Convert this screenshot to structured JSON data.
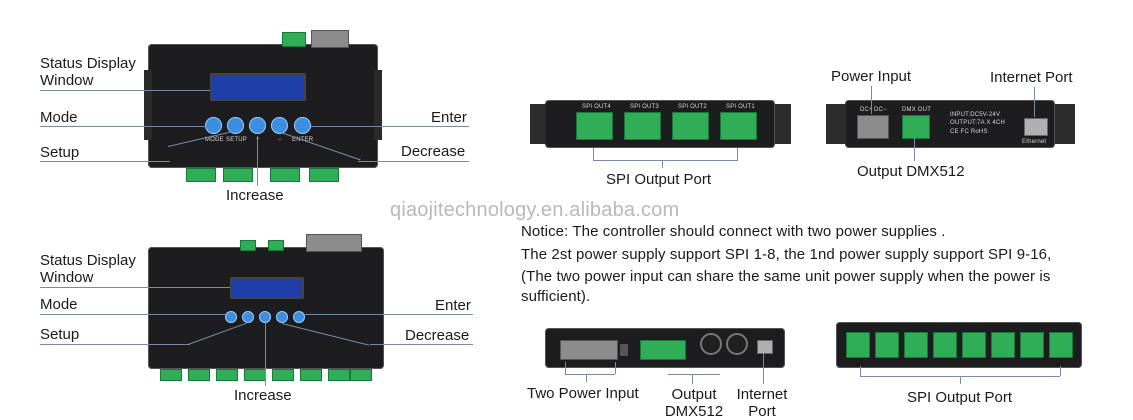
{
  "watermark": "qiaojitechnology.en.alibaba.com",
  "top_left": {
    "status_display": "Status Display\nWindow",
    "mode": "Mode",
    "setup": "Setup",
    "enter": "Enter",
    "decrease": "Decrease",
    "increase": "Increase",
    "btn_labels": [
      "MODE",
      "SETUP",
      "+",
      "−",
      "ENTER"
    ]
  },
  "bottom_left": {
    "status_display": "Status Display\nWindow",
    "mode": "Mode",
    "setup": "Setup",
    "enter": "Enter",
    "decrease": "Decrease",
    "increase": "Increase"
  },
  "top_right": {
    "spi_output_port": "SPI Output Port",
    "spi_tabs": [
      "SPI OUT4",
      "SPI OUT3",
      "SPI OUT2",
      "SPI OUT1"
    ],
    "power_input": "Power Input",
    "internet_port": "Internet Port",
    "output_dmx512": "Output DMX512",
    "panel_text": [
      "DC+",
      "DC−",
      "DMX OUT",
      "INPUT:DC5V-24V",
      "OUTPUT:7A X 4CH",
      "CE FC RoHS",
      "Ethernet"
    ]
  },
  "notice": {
    "line1": "Notice: The controller should connect with two power supplies .",
    "line2": "The 2st power supply support SPI 1-8, the 1nd power supply support SPI 9-16,",
    "line3": "(The two power input can share the same unit power supply when the power is sufficient)."
  },
  "bottom_right": {
    "two_power_input": "Two Power Input",
    "output_dmx512": "Output\nDMX512",
    "internet_port": "Internet\nPort",
    "spi_output_port": "SPI Output Port"
  }
}
